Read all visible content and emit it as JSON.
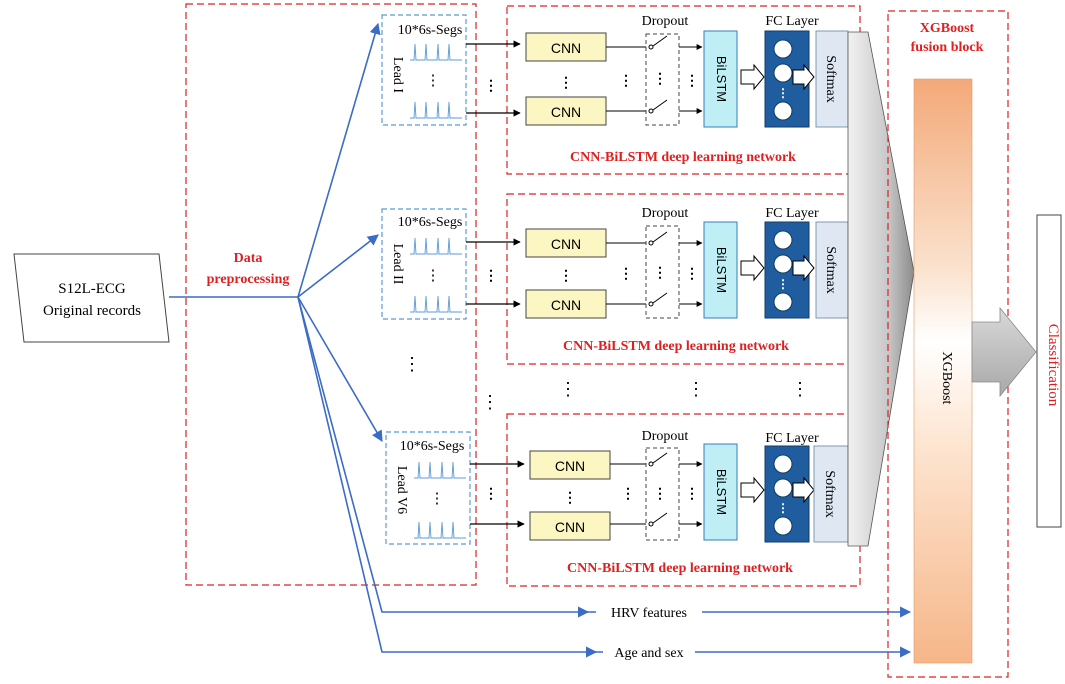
{
  "input": {
    "line1": "S12L-ECG",
    "line2": "Original records"
  },
  "preprocessing": {
    "line1": "Data",
    "line2": "preprocessing"
  },
  "leads": [
    {
      "segs": "10*6s-Segs",
      "lead": "Lead I",
      "dots": "⋮"
    },
    {
      "segs": "10*6s-Segs",
      "lead": "Lead II",
      "dots": "⋮"
    },
    {
      "segs": "10*6s-Segs",
      "lead": "Lead V6",
      "dots": "⋮"
    }
  ],
  "lead_gap": "⋮",
  "network": {
    "cnn": "CNN",
    "dropout": "Dropout",
    "fc_layer": "FC Layer",
    "bilstm": "BiLSTM",
    "softmax": "Softmax",
    "title": "CNN-BiLSTM deep learning network",
    "hdots": "···",
    "vdots": "⋮"
  },
  "fusion": {
    "line1": "XGBoost",
    "line2": "fusion block",
    "block": "XGBoost"
  },
  "features": {
    "hrv": "HRV features",
    "age_sex": "Age and sex"
  },
  "output": "Classification",
  "colors": {
    "red": "#e02020",
    "blue": "#3b6cc6",
    "cnn_fill": "#fbf6c2",
    "bilstm_fill": "#bfeff5",
    "fc_fill": "#1f5d9e",
    "softmax_fill": "#dfe8f2",
    "xgb_top": "#f3a979",
    "xgb_bottom": "#f6b689"
  }
}
